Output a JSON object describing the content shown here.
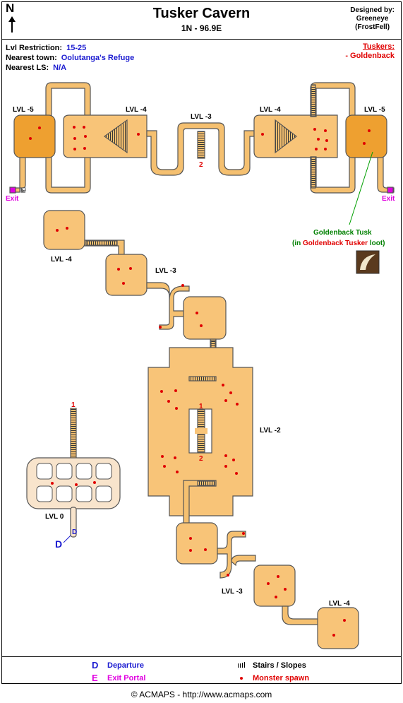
{
  "header": {
    "north_letter": "N",
    "title": "Tusker Cavern",
    "coordinates": "1N - 96.9E",
    "designed_by_label": "Designed by:",
    "designer_name": "Greeneye",
    "designer_group": "(FrostFell)"
  },
  "info": {
    "lvl_restriction_label": "Lvl Restriction:",
    "lvl_restriction_value": "15-25",
    "nearest_town_label": "Nearest town:",
    "nearest_town_value": "Oolutanga's Refuge",
    "nearest_ls_label": "Nearest LS:",
    "nearest_ls_value": "N/A"
  },
  "tuskers": {
    "heading": "Tuskers:",
    "items": [
      "- Goldenback"
    ]
  },
  "map": {
    "level_labels": {
      "top_left_5": "LVL -5",
      "top_left_4": "LVL -4",
      "top_mid_3": "LVL -3",
      "top_right_4": "LVL -4",
      "top_right_5": "LVL -5",
      "mid_4": "LVL -4",
      "mid_3": "LVL -3",
      "center_2": "LVL -2",
      "entry_0": "LVL 0",
      "bottom_3": "LVL -3",
      "bottom_4": "LVL -4"
    },
    "exit_labels": [
      "Exit",
      "Exit"
    ],
    "markers": {
      "stair_1_top": "1",
      "stair_1_center": "1",
      "stair_2_center": "2",
      "stair_2_top": "2",
      "departure": "D"
    },
    "loot_note": {
      "item": "Goldenback Tusk",
      "source_open": "(in ",
      "source_name": "Goldenback Tusker",
      "source_close": " loot)"
    },
    "colors": {
      "tunnel": "#f5c070",
      "room": "#f8c478",
      "dark_room": "#eea030",
      "entry": "#f8e4cc",
      "spawn": "#e00000",
      "departure": "#1a1ad0",
      "exit": "#e000e0"
    }
  },
  "legend": {
    "departure_symbol": "D",
    "departure_label": "Departure",
    "exit_symbol": "E",
    "exit_label": "Exit Portal",
    "stairs_label": "Stairs / Slopes",
    "spawn_label": "Monster spawn"
  },
  "footer": {
    "copyright": "© ACMAPS - http://www.acmaps.com"
  }
}
